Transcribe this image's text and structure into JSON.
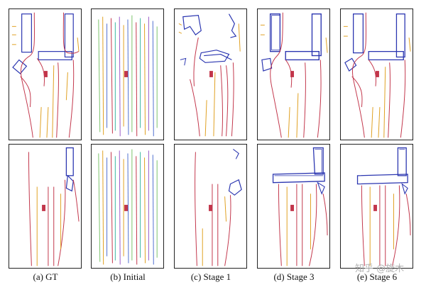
{
  "captions": [
    "(a) GT",
    "(b) Initial",
    "(c) Stage 1",
    "(d) Stage 3",
    "(e) Stage 6"
  ],
  "colors": {
    "boundary": "#c2354a",
    "divider": "#e0a020",
    "crossing": "#2a35b0",
    "vehicle": "#c2354a",
    "frame": "#222222"
  },
  "watermark": "知乎 @旋木"
}
